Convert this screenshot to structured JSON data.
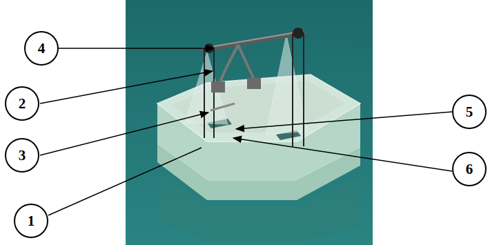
{
  "diagram": {
    "nodes": [
      {
        "text": [
          "4"
        ]
      },
      {
        "text": [
          "2"
        ]
      },
      {
        "text": [
          "5"
        ]
      },
      {
        "text": [
          "3"
        ]
      },
      {
        "text": [
          "6"
        ]
      },
      {
        "text": [
          "1"
        ]
      }
    ]
  }
}
